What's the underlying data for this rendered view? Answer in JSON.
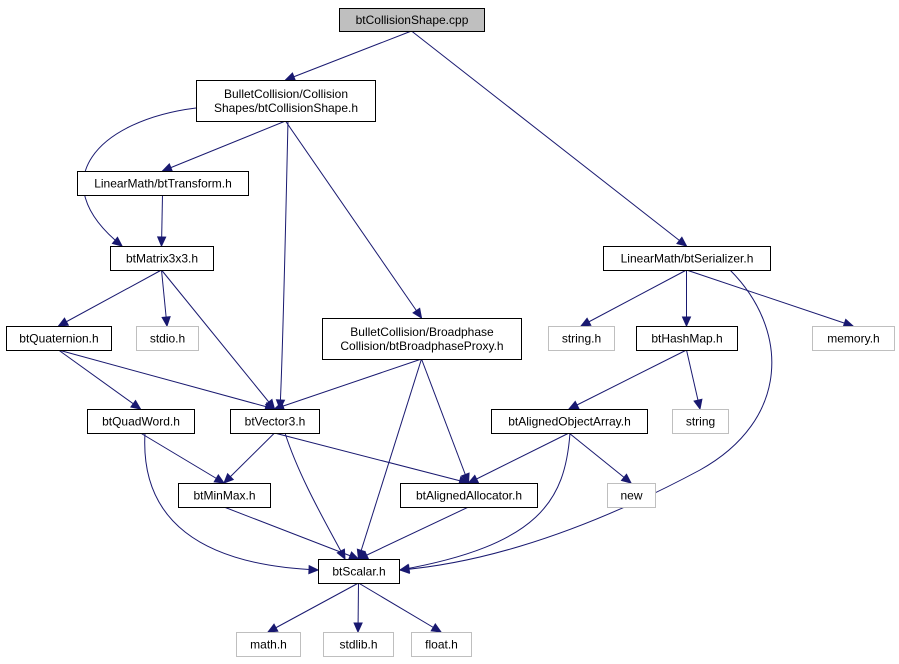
{
  "colors": {
    "edge": "#191970",
    "box_border": "#000000",
    "external_border": "#bfbfbf",
    "root_fill": "#bfbfbf",
    "fill": "#ffffff"
  },
  "nodes": [
    {
      "id": "root",
      "lines": [
        "btCollisionShape.cpp"
      ],
      "kind": "root"
    },
    {
      "id": "collisionshape_h",
      "lines": [
        "BulletCollision/Collision",
        "Shapes/btCollisionShape.h"
      ],
      "kind": "internal"
    },
    {
      "id": "transform",
      "lines": [
        "LinearMath/btTransform.h"
      ],
      "kind": "internal"
    },
    {
      "id": "matrix3x3",
      "lines": [
        "btMatrix3x3.h"
      ],
      "kind": "internal"
    },
    {
      "id": "quaternion",
      "lines": [
        "btQuaternion.h"
      ],
      "kind": "internal"
    },
    {
      "id": "stdio",
      "lines": [
        "stdio.h"
      ],
      "kind": "external"
    },
    {
      "id": "broadphaseproxy",
      "lines": [
        "BulletCollision/Broadphase",
        "Collision/btBroadphaseProxy.h"
      ],
      "kind": "internal"
    },
    {
      "id": "quadword",
      "lines": [
        "btQuadWord.h"
      ],
      "kind": "internal"
    },
    {
      "id": "vector3",
      "lines": [
        "btVector3.h"
      ],
      "kind": "internal"
    },
    {
      "id": "minmax",
      "lines": [
        "btMinMax.h"
      ],
      "kind": "internal"
    },
    {
      "id": "alignedallocator",
      "lines": [
        "btAlignedAllocator.h"
      ],
      "kind": "internal"
    },
    {
      "id": "scalar",
      "lines": [
        "btScalar.h"
      ],
      "kind": "internal"
    },
    {
      "id": "math",
      "lines": [
        "math.h"
      ],
      "kind": "external"
    },
    {
      "id": "stdlib",
      "lines": [
        "stdlib.h"
      ],
      "kind": "external"
    },
    {
      "id": "float",
      "lines": [
        "float.h"
      ],
      "kind": "external"
    },
    {
      "id": "serializer",
      "lines": [
        "LinearMath/btSerializer.h"
      ],
      "kind": "internal"
    },
    {
      "id": "string_h",
      "lines": [
        "string.h"
      ],
      "kind": "external"
    },
    {
      "id": "hashmap",
      "lines": [
        "btHashMap.h"
      ],
      "kind": "internal"
    },
    {
      "id": "memory",
      "lines": [
        "memory.h"
      ],
      "kind": "external"
    },
    {
      "id": "alignedobjectarray",
      "lines": [
        "btAlignedObjectArray.h"
      ],
      "kind": "internal"
    },
    {
      "id": "string",
      "lines": [
        "string"
      ],
      "kind": "external"
    },
    {
      "id": "new",
      "lines": [
        "new"
      ],
      "kind": "external"
    }
  ],
  "edges": [
    {
      "from": "root",
      "to": "collisionshape_h"
    },
    {
      "from": "root",
      "to": "serializer"
    },
    {
      "from": "collisionshape_h",
      "to": "transform"
    },
    {
      "from": "collisionshape_h",
      "to": "matrix3x3"
    },
    {
      "from": "collisionshape_h",
      "to": "vector3"
    },
    {
      "from": "collisionshape_h",
      "to": "broadphaseproxy"
    },
    {
      "from": "transform",
      "to": "matrix3x3"
    },
    {
      "from": "matrix3x3",
      "to": "quaternion"
    },
    {
      "from": "matrix3x3",
      "to": "stdio"
    },
    {
      "from": "matrix3x3",
      "to": "vector3"
    },
    {
      "from": "quaternion",
      "to": "quadword"
    },
    {
      "from": "quaternion",
      "to": "vector3"
    },
    {
      "from": "broadphaseproxy",
      "to": "vector3"
    },
    {
      "from": "broadphaseproxy",
      "to": "scalar"
    },
    {
      "from": "broadphaseproxy",
      "to": "alignedallocator"
    },
    {
      "from": "quadword",
      "to": "minmax"
    },
    {
      "from": "quadword",
      "to": "scalar"
    },
    {
      "from": "vector3",
      "to": "minmax"
    },
    {
      "from": "vector3",
      "to": "alignedallocator"
    },
    {
      "from": "vector3",
      "to": "scalar"
    },
    {
      "from": "minmax",
      "to": "scalar"
    },
    {
      "from": "alignedallocator",
      "to": "scalar"
    },
    {
      "from": "scalar",
      "to": "math"
    },
    {
      "from": "scalar",
      "to": "stdlib"
    },
    {
      "from": "scalar",
      "to": "float"
    },
    {
      "from": "serializer",
      "to": "string_h"
    },
    {
      "from": "serializer",
      "to": "hashmap"
    },
    {
      "from": "serializer",
      "to": "memory"
    },
    {
      "from": "serializer",
      "to": "scalar"
    },
    {
      "from": "hashmap",
      "to": "alignedobjectarray"
    },
    {
      "from": "hashmap",
      "to": "string"
    },
    {
      "from": "alignedobjectarray",
      "to": "alignedallocator"
    },
    {
      "from": "alignedobjectarray",
      "to": "new"
    },
    {
      "from": "alignedobjectarray",
      "to": "scalar"
    }
  ]
}
